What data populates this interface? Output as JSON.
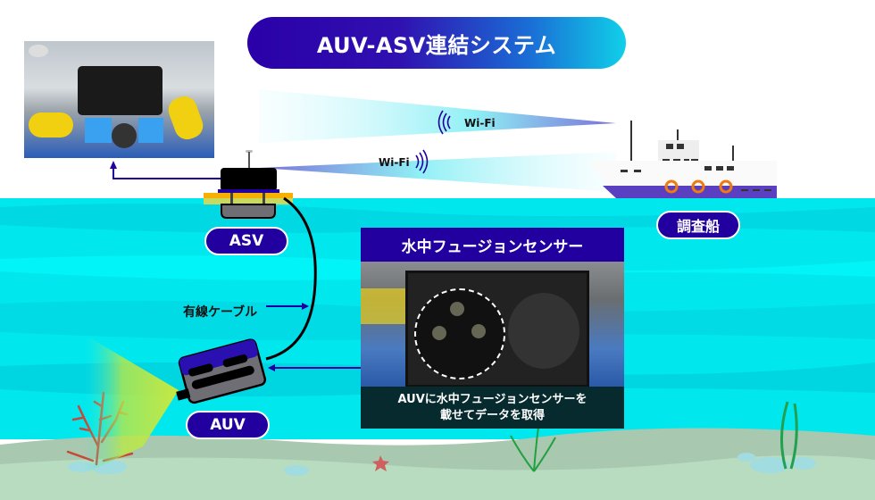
{
  "title": "AUV-ASV連結システム",
  "labels": {
    "asv": "ASV",
    "auv": "AUV",
    "ship": "調査船",
    "cable": "有線ケーブル",
    "wifi_up": "Wi-Fi",
    "wifi_down": "Wi-Fi"
  },
  "sensor_panel": {
    "heading": "水中フュージョンセンサー",
    "caption_line1": "AUVに水中フュージョンセンサーを",
    "caption_line2": "載せてデータを取得"
  },
  "colors": {
    "brand_navy": "#2200a0",
    "water": "#00e5f0",
    "seabed": "#b8d8b8",
    "caption_bg": "#062a2e",
    "accent_orange": "#f07a10",
    "beam_yellow": "#c8e840"
  }
}
